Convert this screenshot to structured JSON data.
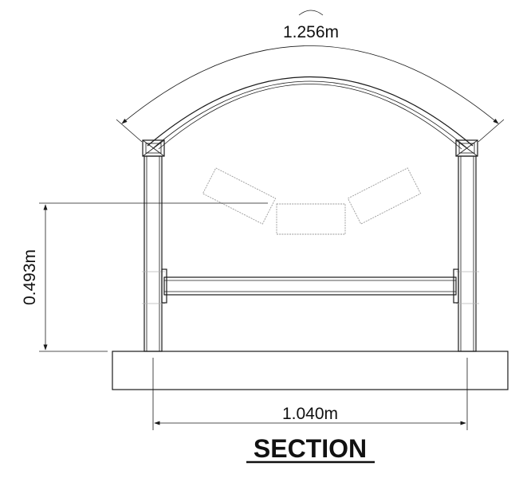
{
  "dimensions": {
    "arc_length": "1.256m",
    "height": "0.493m",
    "width": "1.040m"
  },
  "title": "SECTION",
  "colors": {
    "line": "#1a1a1a",
    "idler": "#9a9a9a",
    "background": "#ffffff"
  }
}
